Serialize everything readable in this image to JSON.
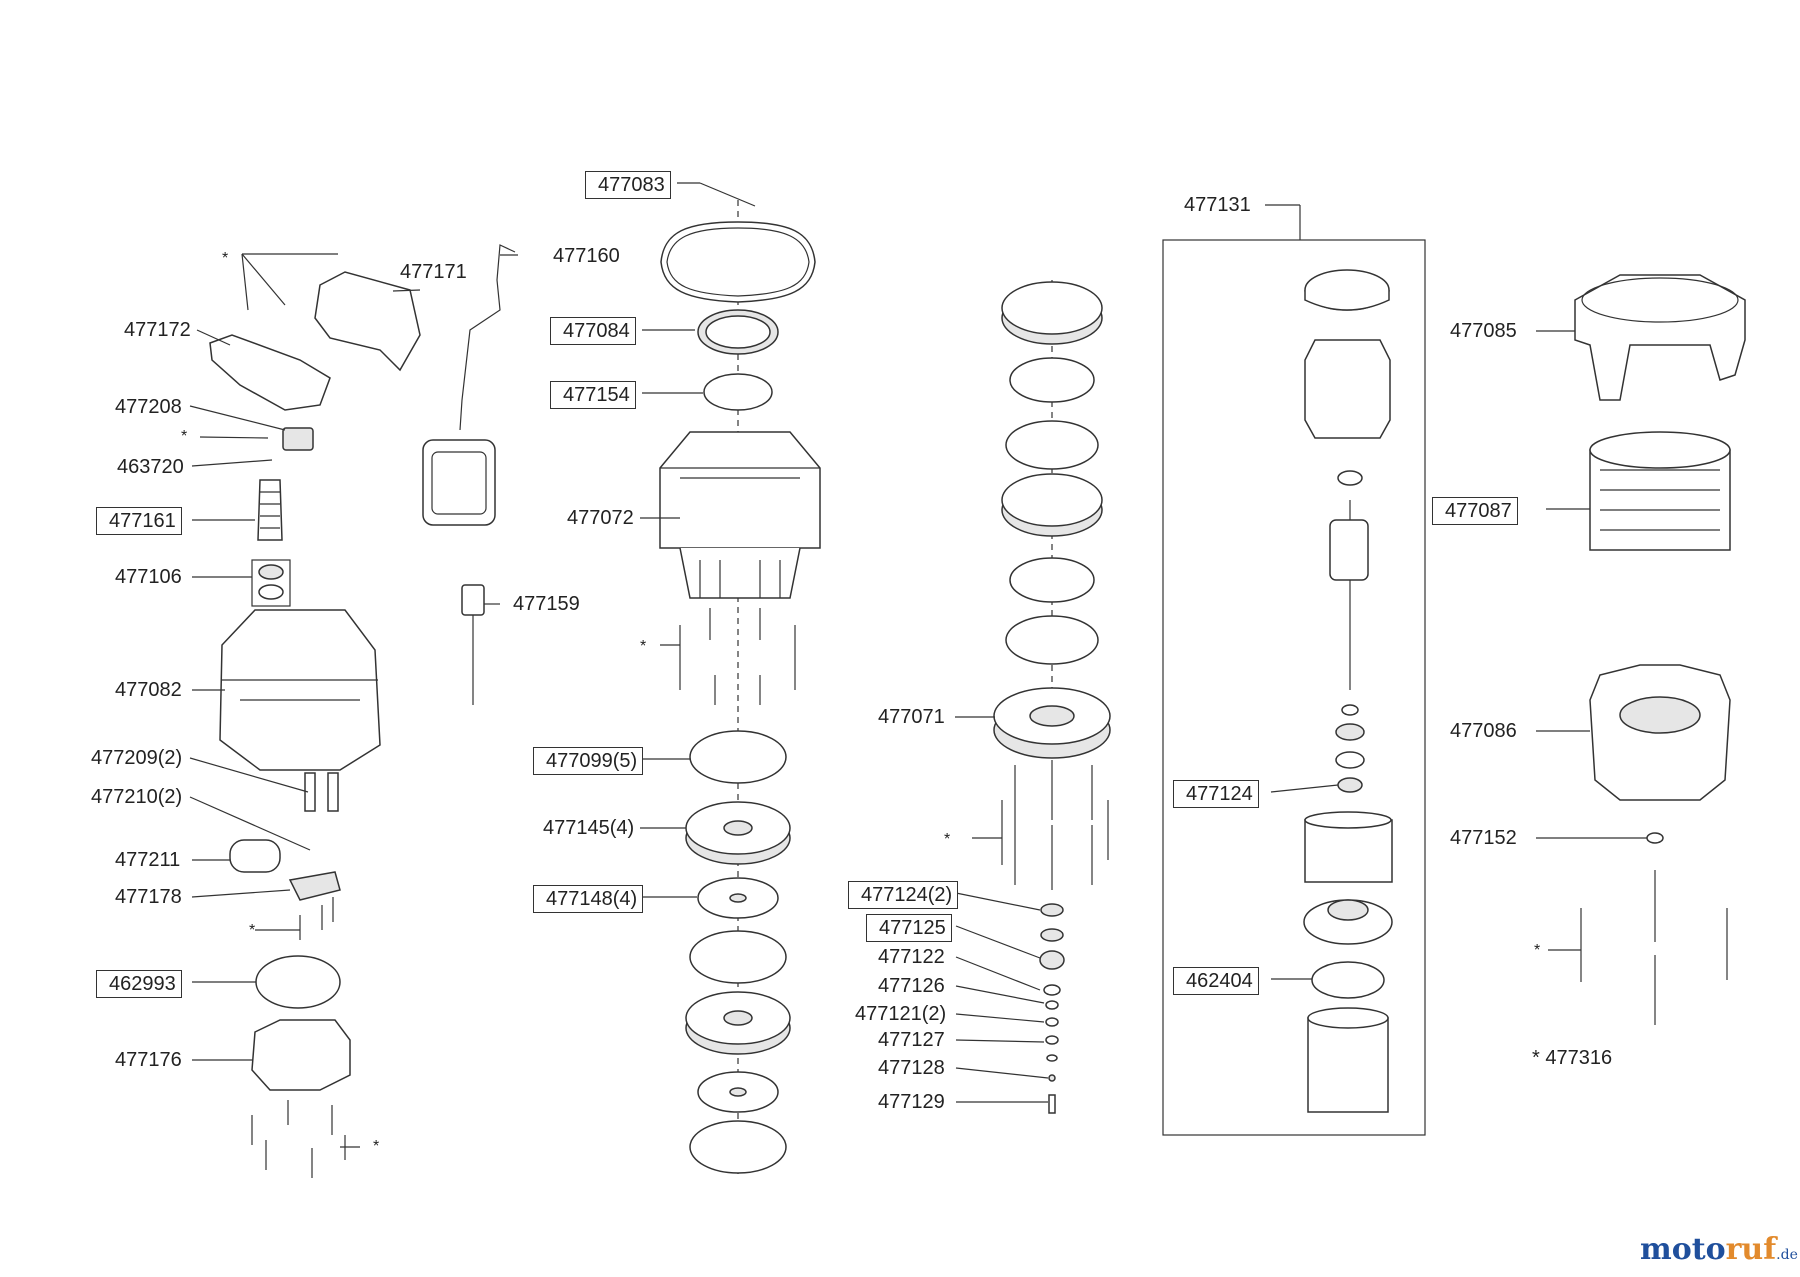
{
  "diagram": {
    "part_labels": {
      "p477083": "477083",
      "p477084": "477084",
      "p477154": "477154",
      "p477072": "477072",
      "p477099": "477099(5)",
      "p477145": "477145(4)",
      "p477148": "477148(4)",
      "p477171": "477171",
      "p477160": "477160",
      "p477172": "477172",
      "p477208": "477208",
      "p463720": "463720",
      "p477161": "477161",
      "p477106": "477106",
      "p477159": "477159",
      "p477082": "477082",
      "p477209": "477209(2)",
      "p477210": "477210(2)",
      "p477211": "477211",
      "p477178": "477178",
      "p462993": "462993",
      "p477176": "477176",
      "p477071": "477071",
      "p477124b": "477124(2)",
      "p477125": "477125",
      "p477122": "477122",
      "p477126": "477126",
      "p477121": "477121(2)",
      "p477127": "477127",
      "p477128": "477128",
      "p477129": "477129",
      "p477131": "477131",
      "p477124": "477124",
      "p462404": "462404",
      "p477085": "477085",
      "p477087": "477087",
      "p477086": "477086",
      "p477152": "477152"
    },
    "asterisk": "*",
    "footnote": "*  477316"
  },
  "watermark": {
    "part1": "moto",
    "part2": "ruf",
    "part3": ".de"
  },
  "colors": {
    "line": "#333333",
    "watermark_blue": "#1f4f9c",
    "watermark_orange": "#e28a2c"
  }
}
